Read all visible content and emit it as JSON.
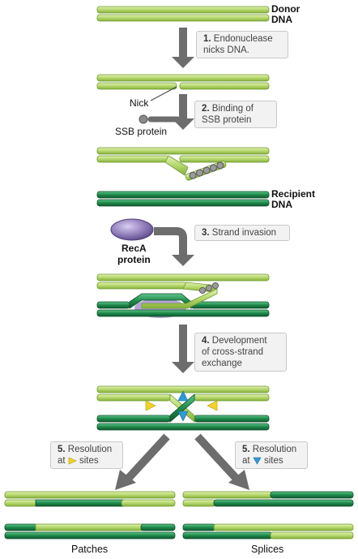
{
  "labels": {
    "donor_dna": [
      "Donor",
      "DNA"
    ],
    "nick": "Nick",
    "ssb_protein": "SSB protein",
    "recipient_dna": [
      "Recipient",
      "DNA"
    ],
    "reca_protein": [
      "RecA",
      "protein"
    ],
    "patches": "Patches",
    "splices": "Splices"
  },
  "steps": [
    {
      "num": "1.",
      "lines": [
        "Endonuclease",
        "nicks DNA."
      ]
    },
    {
      "num": "2.",
      "lines": [
        "Binding of",
        "SSB protein"
      ]
    },
    {
      "num": "3.",
      "lines": [
        "Strand invasion"
      ]
    },
    {
      "num": "4.",
      "lines": [
        "Development",
        "of cross-strand",
        "exchange"
      ]
    },
    {
      "num": "5.",
      "lines": [
        "Resolution",
        "at",
        "sites"
      ],
      "site_icon": "yellow-triangle-right-icon"
    },
    {
      "num": "5.",
      "lines": [
        "Resolution",
        "at",
        "sites"
      ],
      "site_icon": "blue-triangle-down-icon"
    }
  ],
  "colors": {
    "donor_strand": "#b5d86a",
    "recipient_strand": "#1f8a4c",
    "arrow": "#6d6d6d",
    "reca": "#8f7ab8",
    "site_yellow": "#f2d22a",
    "site_blue": "#2f9bd6"
  }
}
